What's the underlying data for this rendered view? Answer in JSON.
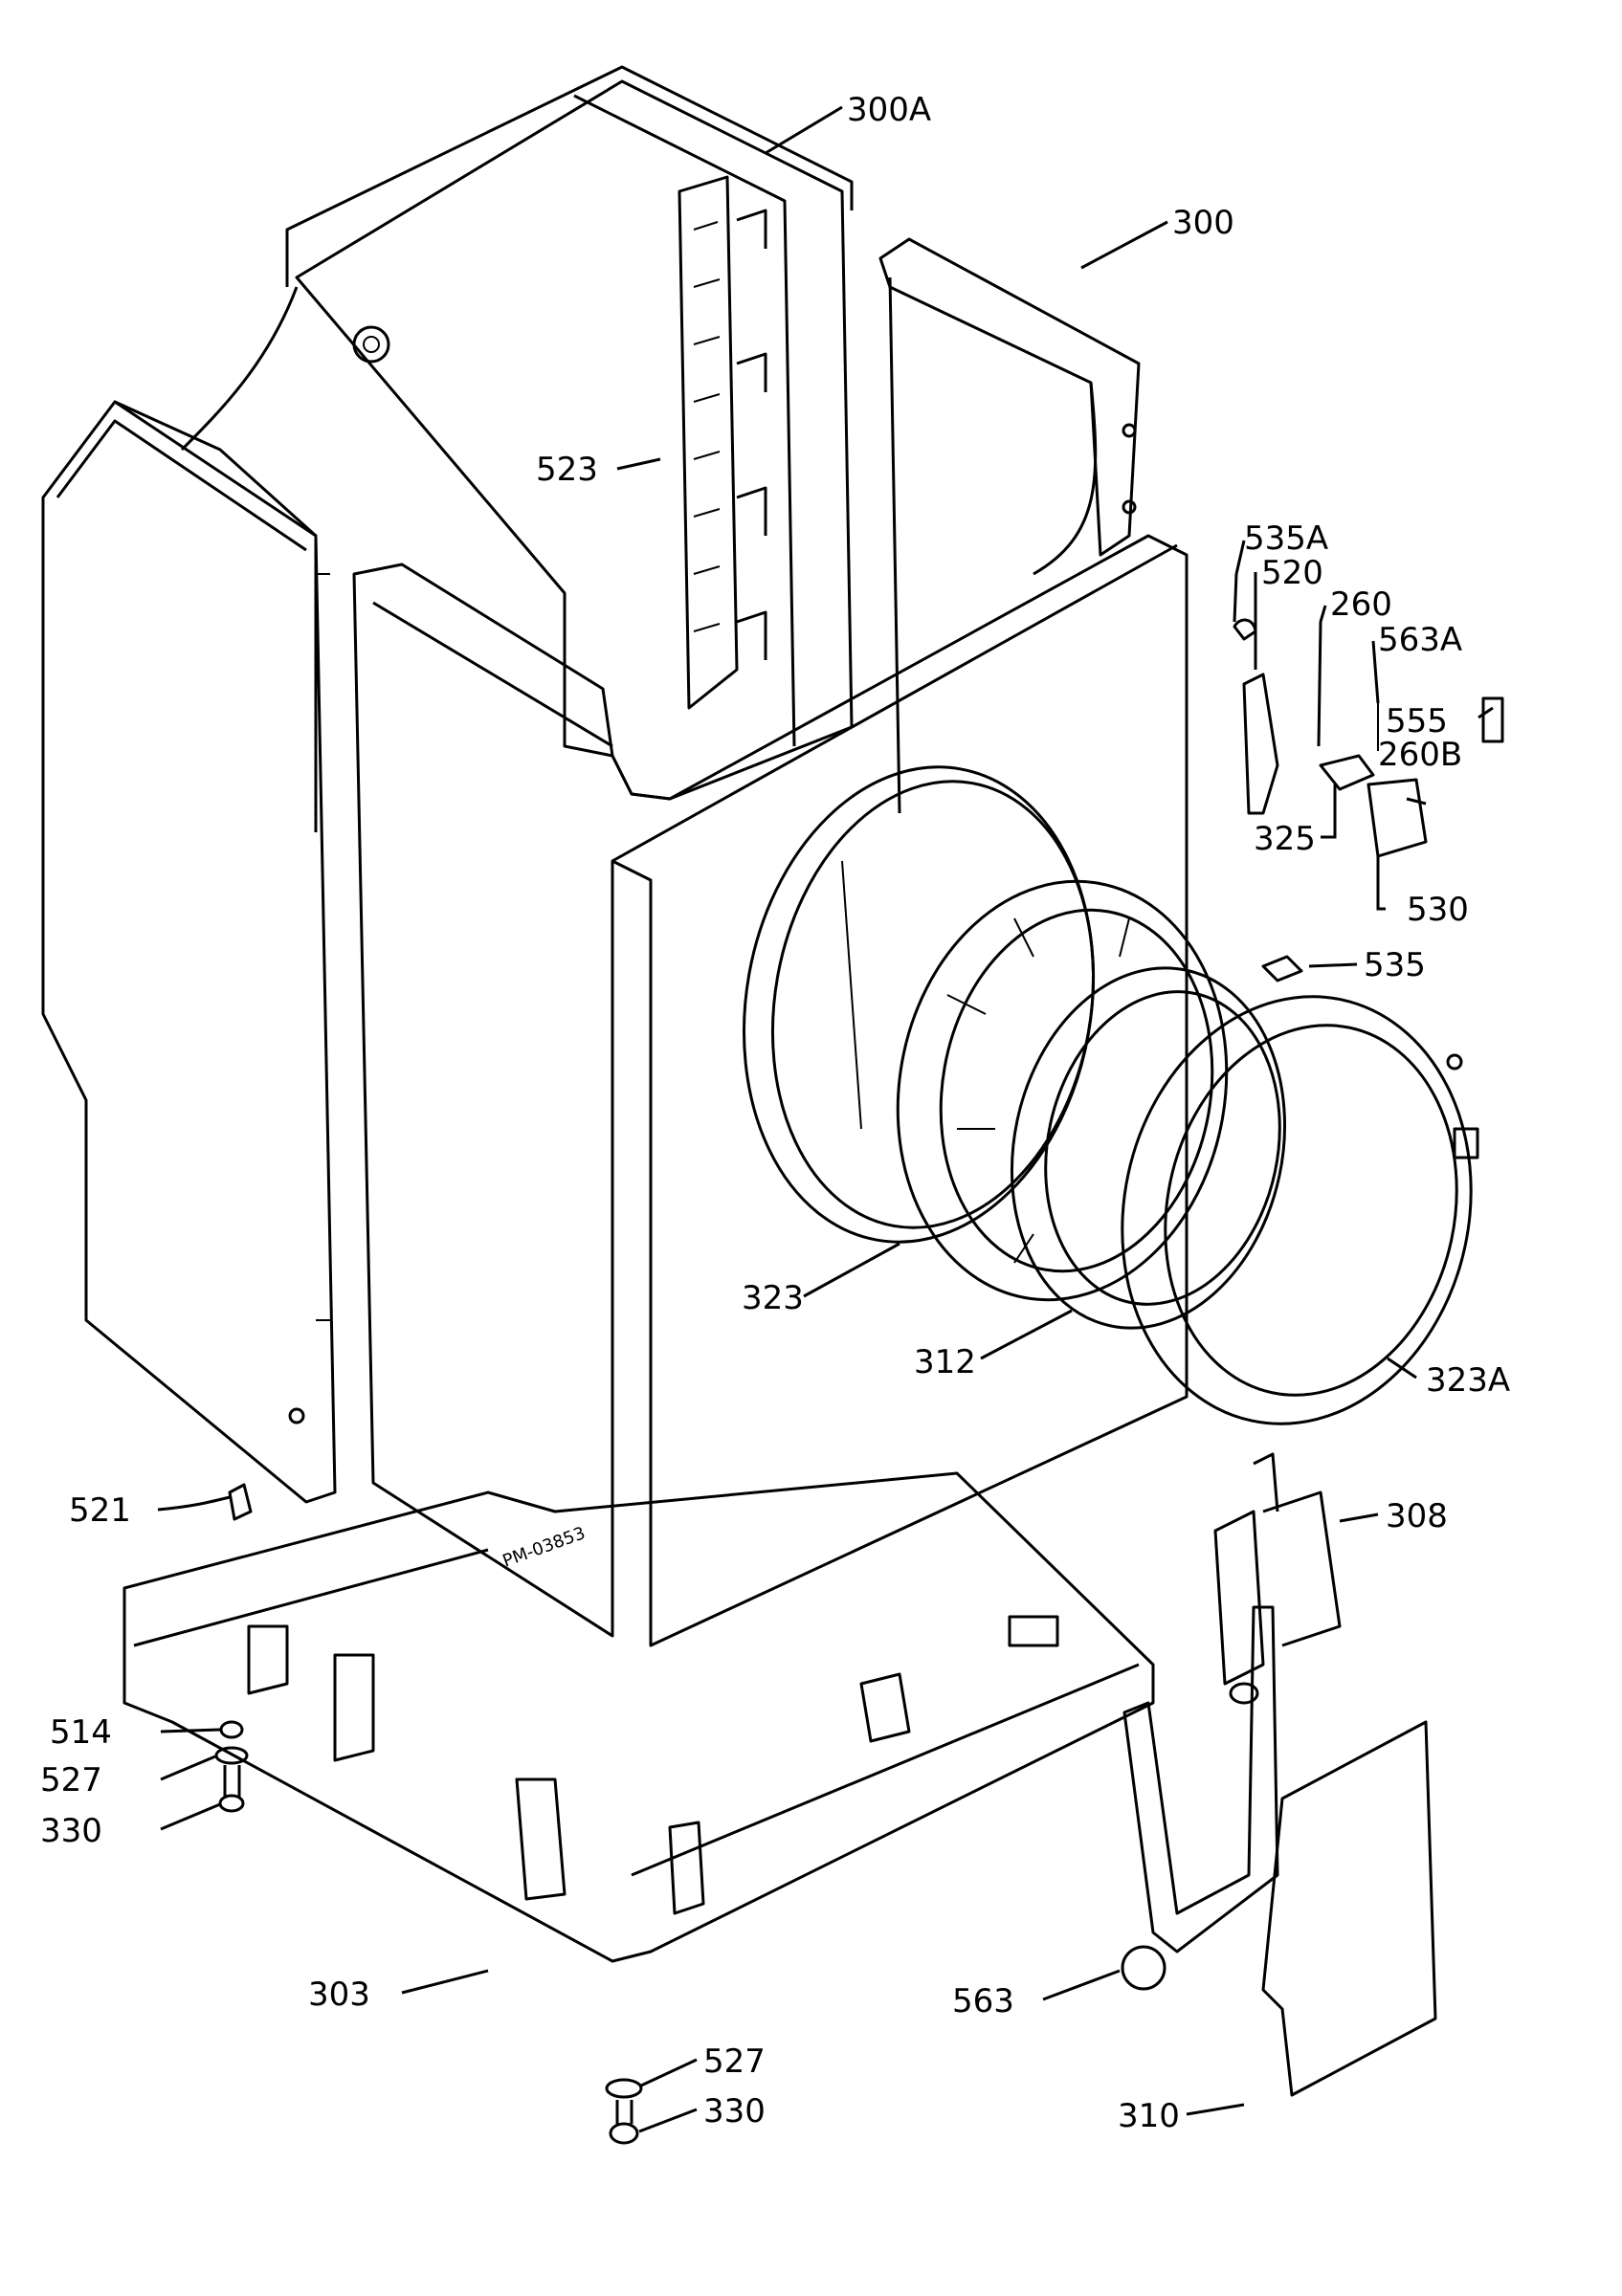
{
  "labels": {
    "l300A": "300A",
    "l300": "300",
    "l523": "523",
    "l535A": "535A",
    "l520": "520",
    "l260": "260",
    "l563A": "563A",
    "l555": "555",
    "l260B": "260B",
    "l325": "325",
    "l530": "530",
    "l535": "535",
    "l323": "323",
    "l312": "312",
    "l323A": "323A",
    "l521": "521",
    "l308": "308",
    "l514": "514",
    "l527a": "527",
    "l330a": "330",
    "l303": "303",
    "l527b": "527",
    "l330b": "330",
    "l563": "563",
    "l310": "310"
  }
}
